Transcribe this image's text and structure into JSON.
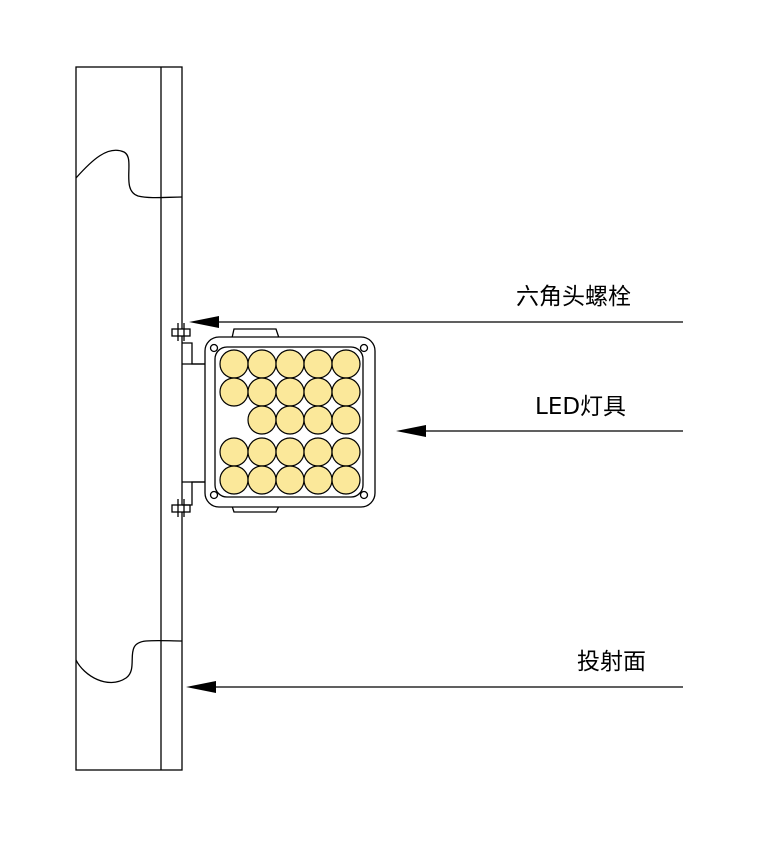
{
  "labels": {
    "hex_bolt": "六角头螺栓",
    "led_fixture": "LED灯具",
    "projection_surface": "投射面"
  },
  "colors": {
    "line": "#000000",
    "led_fill": "#fbe89a",
    "background": "#ffffff"
  }
}
